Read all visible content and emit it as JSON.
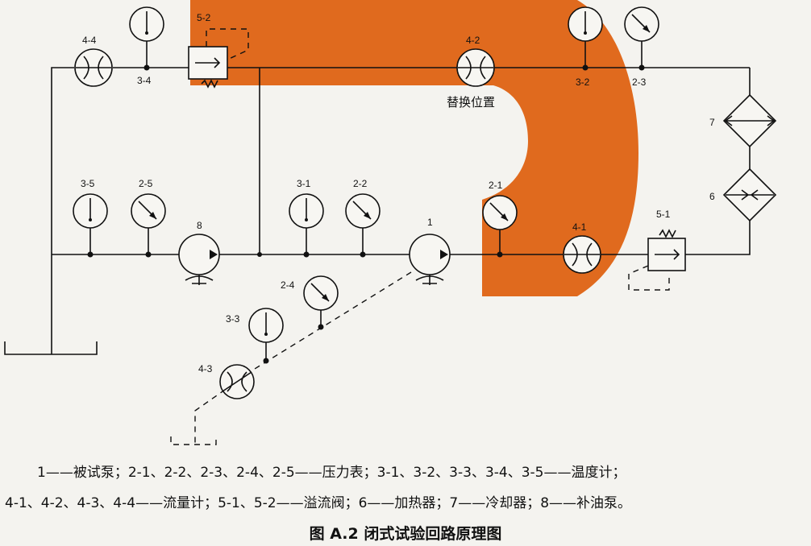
{
  "colors": {
    "accent_band": "#e06a1e",
    "line": "#111111",
    "background": "#f4f3ef"
  },
  "labels": {
    "pump_1": "1",
    "pump_8": "8",
    "gauge_2_1": "2-1",
    "gauge_2_2": "2-2",
    "gauge_2_3": "2-3",
    "gauge_2_4": "2-4",
    "gauge_2_5": "2-5",
    "thermo_3_1": "3-1",
    "thermo_3_2": "3-2",
    "thermo_3_3": "3-3",
    "thermo_3_4": "3-4",
    "thermo_3_5": "3-5",
    "flow_4_1": "4-1",
    "flow_4_2": "4-2",
    "flow_4_3": "4-3",
    "flow_4_4": "4-4",
    "relief_5_1": "5-1",
    "relief_5_2": "5-2",
    "heater_6": "6",
    "cooler_7": "7",
    "alt_position": "替换位置"
  },
  "legend": {
    "line1": "1——被试泵；2-1、2-2、2-3、2-4、2-5——压力表；3-1、3-2、3-3、3-4、3-5——温度计；",
    "line2": "4-1、4-2、4-3、4-4——流量计；5-1、5-2——溢流阀；6——加热器；7——冷却器；8——补油泵。"
  },
  "figure_title": "图 A.2   闭式试验回路原理图",
  "icons": {
    "pressure_gauge": "pressure-gauge-icon",
    "thermometer": "thermometer-icon",
    "flow_meter": "flow-meter-icon",
    "pump": "pump-icon",
    "relief_valve": "relief-valve-icon",
    "heat_exchanger": "heat-exchanger-icon"
  }
}
